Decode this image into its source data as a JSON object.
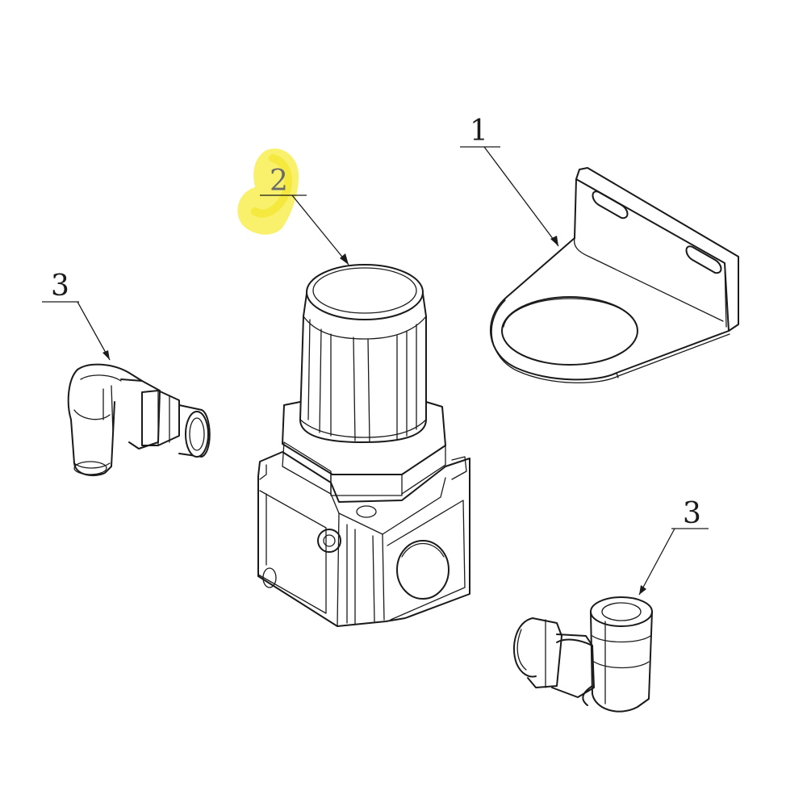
{
  "callouts": [
    {
      "id": "bracket",
      "label": "1"
    },
    {
      "id": "regulator",
      "label": "2",
      "highlighted": true
    },
    {
      "id": "fitting-left",
      "label": "3"
    },
    {
      "id": "fitting-right",
      "label": "3"
    }
  ],
  "colors": {
    "line": "#1a1a1a",
    "highlight": "#f7ec3a",
    "background": "#ffffff"
  }
}
